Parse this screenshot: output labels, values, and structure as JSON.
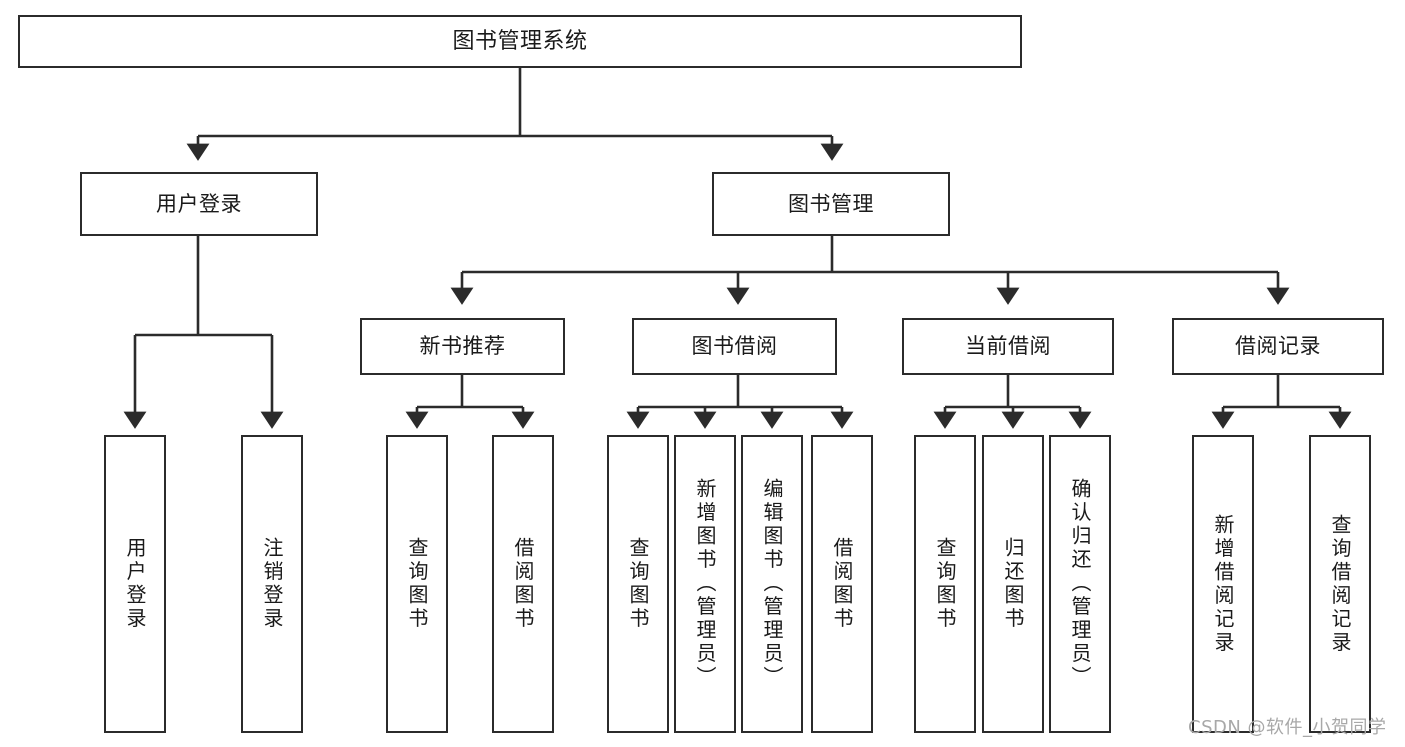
{
  "diagram": {
    "title": "图书管理系统",
    "type": "功能结构图",
    "colors": {
      "stroke": "#2b2b2b",
      "fill": "#ffffff",
      "text": "#1a1a1a",
      "watermark": "#a8a8a8"
    },
    "levels": {
      "root": {
        "label": "图书管理系统"
      },
      "level2": [
        {
          "label": "用户登录"
        },
        {
          "label": "图书管理"
        }
      ],
      "level3": [
        {
          "label": "新书推荐"
        },
        {
          "label": "图书借阅"
        },
        {
          "label": "当前借阅"
        },
        {
          "label": "借阅记录"
        }
      ],
      "leaves": {
        "user_login": [
          {
            "label": "用户登录"
          },
          {
            "label": "注销登录"
          }
        ],
        "new_book": [
          {
            "label": "查询图书"
          },
          {
            "label": "借阅图书"
          }
        ],
        "book_borrow": [
          {
            "label": "查询图书"
          },
          {
            "label": "新增图书（管理员）"
          },
          {
            "label": "编辑图书（管理员）"
          },
          {
            "label": "借阅图书"
          }
        ],
        "current_borrow": [
          {
            "label": "查询图书"
          },
          {
            "label": "归还图书"
          },
          {
            "label": "确认归还（管理员）"
          }
        ],
        "borrow_record": [
          {
            "label": "新增借阅记录"
          },
          {
            "label": "查询借阅记录"
          }
        ]
      }
    }
  },
  "watermark": {
    "text": "CSDN @软件_小贺同学"
  }
}
